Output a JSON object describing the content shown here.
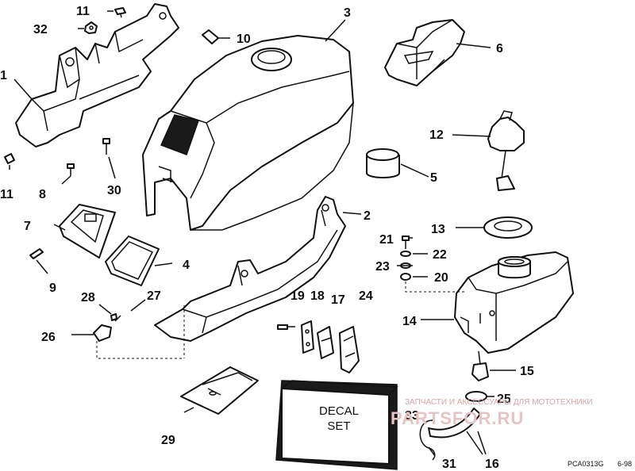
{
  "callouts": [
    {
      "id": "c1",
      "label": "1"
    },
    {
      "id": "c2",
      "label": "2"
    },
    {
      "id": "c3",
      "label": "3"
    },
    {
      "id": "c4",
      "label": "4"
    },
    {
      "id": "c5",
      "label": "5"
    },
    {
      "id": "c6",
      "label": "6"
    },
    {
      "id": "c7",
      "label": "7"
    },
    {
      "id": "c8",
      "label": "8"
    },
    {
      "id": "c9",
      "label": "9"
    },
    {
      "id": "c10",
      "label": "10"
    },
    {
      "id": "c11a",
      "label": "11"
    },
    {
      "id": "c11b",
      "label": "11"
    },
    {
      "id": "c12",
      "label": "12"
    },
    {
      "id": "c13",
      "label": "13"
    },
    {
      "id": "c14",
      "label": "14"
    },
    {
      "id": "c15",
      "label": "15"
    },
    {
      "id": "c16",
      "label": "16"
    },
    {
      "id": "c17",
      "label": "17"
    },
    {
      "id": "c18",
      "label": "18"
    },
    {
      "id": "c19",
      "label": "19"
    },
    {
      "id": "c20",
      "label": "20"
    },
    {
      "id": "c21",
      "label": "21"
    },
    {
      "id": "c22",
      "label": "22"
    },
    {
      "id": "c23",
      "label": "23"
    },
    {
      "id": "c24",
      "label": "24"
    },
    {
      "id": "c25",
      "label": "25"
    },
    {
      "id": "c26",
      "label": "26"
    },
    {
      "id": "c27",
      "label": "27"
    },
    {
      "id": "c28",
      "label": "28"
    },
    {
      "id": "c29",
      "label": "29"
    },
    {
      "id": "c30",
      "label": "30"
    },
    {
      "id": "c31",
      "label": "31"
    },
    {
      "id": "c32",
      "label": "32"
    },
    {
      "id": "c33",
      "label": "33"
    }
  ],
  "decal": {
    "line1": "DECAL",
    "line2": "SET"
  },
  "watermark": {
    "text": "ЗАПЧАСТИ И АКСЕССУАРЫ ДЛЯ МОТОТЕХНИКИ",
    "brand": "PARTSFOR.RU"
  },
  "figure_code": "PCA0313G",
  "figure_date": "6-98"
}
